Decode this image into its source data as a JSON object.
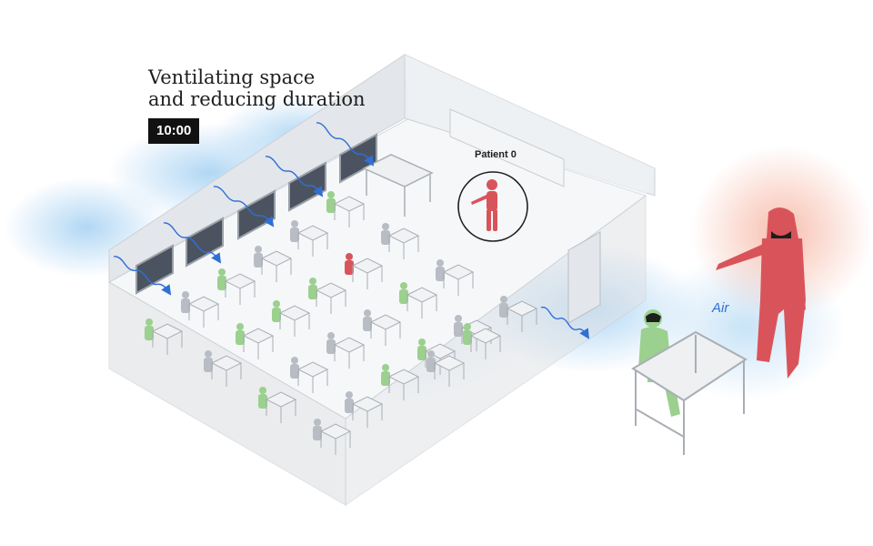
{
  "heading": {
    "line1": "Ventilating space",
    "line2": "and reducing duration"
  },
  "timer": "10:00",
  "labels": {
    "patient_zero": "Patient 0",
    "air": "Air"
  },
  "colors": {
    "infected": "#d9545a",
    "exposed_safe": "#9bd08e",
    "neutral_person": "#b8bcc4",
    "airflow": "#2f6fd6",
    "air_glow": "#a9d3f3",
    "infected_glow": "#f4b8a8",
    "room_wall": "#e3e6ea",
    "room_floor": "#f5f7f9",
    "timer_bg": "#111111"
  },
  "icons": [
    "wave-arrow-icon",
    "person-figure-icon",
    "desk-icon"
  ]
}
